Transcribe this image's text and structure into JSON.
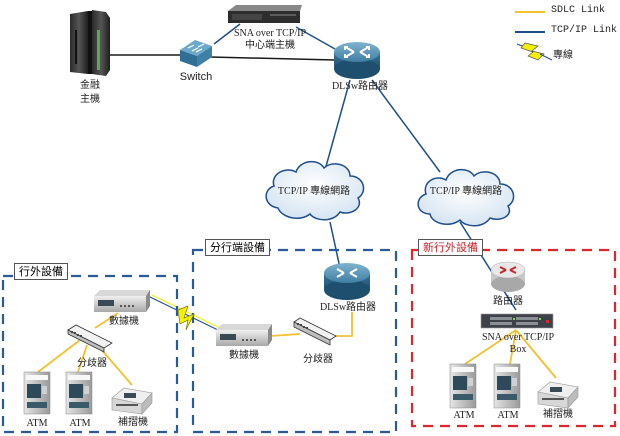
{
  "legend": {
    "items": [
      {
        "label": "SDLC Link",
        "color": "#f2c12e",
        "kind": "line"
      },
      {
        "label": "TCP/IP Link",
        "color": "#1f4e8c",
        "kind": "line"
      },
      {
        "label": "專線",
        "color": "#f4f000",
        "kind": "lightning"
      }
    ]
  },
  "colors": {
    "sdlc": "#f2c12e",
    "tcpip": "#1f4e8c",
    "black_link": "#1a1a1a",
    "zone_blue": "#2a5a9a",
    "zone_red": "#d9282f"
  },
  "datacenter": {
    "mainframe_label_1": "金融",
    "mainframe_label_2": "主機",
    "switch_label": "Switch",
    "sna_server_label_1": "SNA over TCP/IP",
    "sna_server_label_2": "中心端主機",
    "dlsw_router_label": "DLSw路由器"
  },
  "network": {
    "cloud_left_label": "TCP/IP  專線網路",
    "cloud_right_label": "TCP/IP  專線網路"
  },
  "zones": {
    "offsite": {
      "title": "行外設備",
      "modem_label": "數據機",
      "splitter_label": "分歧器",
      "atm1_label": "ATM",
      "atm2_label": "ATM",
      "passbook_label": "補摺機"
    },
    "branch": {
      "title": "分行端設備",
      "modem_label": "數據機",
      "splitter_label": "分歧器",
      "router_label": "DLSw路由器"
    },
    "new_offsite": {
      "title": "新行外設備",
      "router_label": "路由器",
      "box_label_1": "SNA over TCP/IP",
      "box_label_2": "Box",
      "atm1_label": "ATM",
      "atm2_label": "ATM",
      "passbook_label": "補摺機"
    }
  }
}
